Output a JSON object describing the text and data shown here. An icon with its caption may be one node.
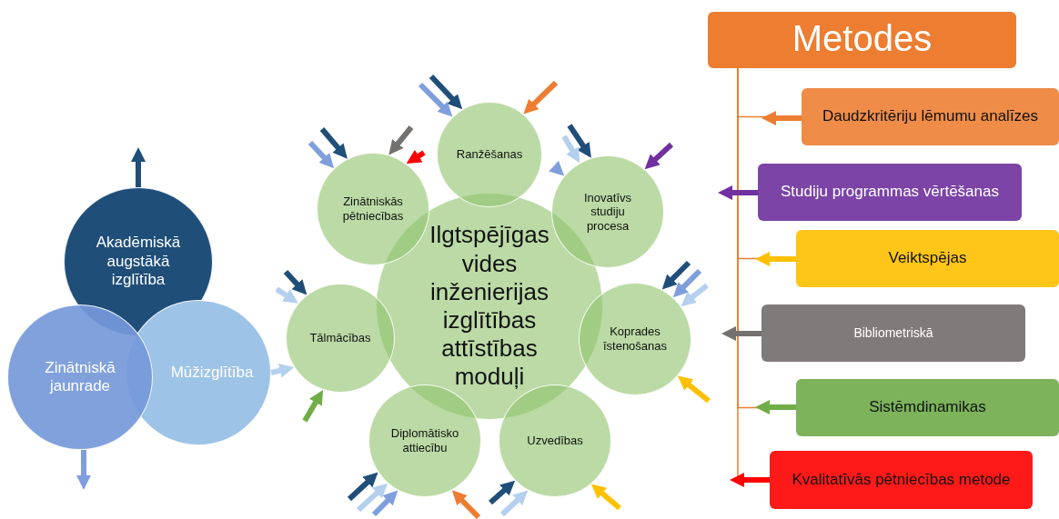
{
  "diagram": {
    "nodes": [
      {
        "text": [
          "Akadēmiskā augstākā izglītība"
        ]
      },
      {
        "text": [
          "Zinātniskā jaunrade"
        ]
      },
      {
        "text": [
          "Mūžizglītība"
        ]
      },
      {
        "text": [
          "Ilgtspējīgas vides inženierijas izglītības attīstības moduļi"
        ]
      },
      {
        "text": [
          "Ranžēšanas"
        ]
      },
      {
        "text": [
          "Zinātniskās pētniecības"
        ]
      },
      {
        "text": [
          "Inovatīvs studiju procesa"
        ]
      },
      {
        "text": [
          "Tālmācības"
        ]
      },
      {
        "text": [
          "Koprades īstenošanas"
        ]
      },
      {
        "text": [
          "Diplomātisko attiecību"
        ]
      },
      {
        "text": [
          "Uzvedības"
        ]
      },
      {
        "text": [
          "Metodes"
        ]
      },
      {
        "text": [
          "Daudzkritēriju lēmumu analīzes"
        ]
      },
      {
        "text": [
          "Studiju programmas vērtēšanas"
        ]
      },
      {
        "text": [
          "Veiktspējas"
        ]
      },
      {
        "text": [
          "Bibliometriskā"
        ]
      },
      {
        "text": [
          "Sistēmdinamikas"
        ]
      },
      {
        "text": [
          "Kvalitatīvās pētniecības metode"
        ]
      }
    ],
    "edges": [
      {
        "from": 0,
        "to": null,
        "arrow": "to",
        "color": "#1f4e79"
      },
      {
        "from": 1,
        "to": null,
        "arrow": "to",
        "color": "#7f9fdc"
      },
      {
        "from": 2,
        "to": 7,
        "arrow": "to",
        "color": "#b4d0ee"
      },
      {
        "from": null,
        "to": 4,
        "arrow": "to",
        "color": "#1f4e79"
      },
      {
        "from": null,
        "to": 4,
        "arrow": "to",
        "color": "#7f9fdc"
      },
      {
        "from": null,
        "to": 4,
        "arrow": "to",
        "color": "#ed7d31"
      },
      {
        "from": null,
        "to": 5,
        "arrow": "to",
        "color": "#1f4e79"
      },
      {
        "from": null,
        "to": 5,
        "arrow": "to",
        "color": "#7f9fdc"
      },
      {
        "from": null,
        "to": 5,
        "arrow": "to",
        "color": "#767171"
      },
      {
        "from": null,
        "to": 5,
        "arrow": "to",
        "color": "#ff0000"
      },
      {
        "from": null,
        "to": 6,
        "arrow": "to",
        "color": "#1f4e79"
      },
      {
        "from": null,
        "to": 6,
        "arrow": "to",
        "color": "#b4d0ee"
      },
      {
        "from": null,
        "to": 6,
        "arrow": "to",
        "color": "#7f9fdc"
      },
      {
        "from": null,
        "to": 6,
        "arrow": "to",
        "color": "#7030a0"
      },
      {
        "from": null,
        "to": 7,
        "arrow": "to",
        "color": "#1f4e79"
      },
      {
        "from": null,
        "to": 7,
        "arrow": "to",
        "color": "#b4d0ee"
      },
      {
        "from": null,
        "to": 7,
        "arrow": "to",
        "color": "#70ad47"
      },
      {
        "from": null,
        "to": 8,
        "arrow": "to",
        "color": "#1f4e79"
      },
      {
        "from": null,
        "to": 8,
        "arrow": "to",
        "color": "#7f9fdc"
      },
      {
        "from": null,
        "to": 8,
        "arrow": "to",
        "color": "#b4d0ee"
      },
      {
        "from": null,
        "to": 8,
        "arrow": "to",
        "color": "#ffc000"
      },
      {
        "from": null,
        "to": 9,
        "arrow": "to",
        "color": "#1f4e79"
      },
      {
        "from": null,
        "to": 9,
        "arrow": "to",
        "color": "#b4d0ee"
      },
      {
        "from": null,
        "to": 9,
        "arrow": "to",
        "color": "#7f9fdc"
      },
      {
        "from": null,
        "to": 9,
        "arrow": "to",
        "color": "#ed7d31"
      },
      {
        "from": null,
        "to": 10,
        "arrow": "to",
        "color": "#1f4e79"
      },
      {
        "from": null,
        "to": 10,
        "arrow": "to",
        "color": "#b4d0ee"
      },
      {
        "from": null,
        "to": 10,
        "arrow": "to",
        "color": "#ffc000"
      },
      {
        "from": 11,
        "to": 12,
        "arrow": "none"
      },
      {
        "from": 11,
        "to": 13,
        "arrow": "none"
      },
      {
        "from": 11,
        "to": 14,
        "arrow": "none"
      },
      {
        "from": 11,
        "to": 15,
        "arrow": "none"
      },
      {
        "from": 11,
        "to": 16,
        "arrow": "none"
      },
      {
        "from": 11,
        "to": 17,
        "arrow": "none"
      },
      {
        "from": 12,
        "to": null,
        "arrow": "to",
        "color": "#ed7d31"
      },
      {
        "from": 13,
        "to": null,
        "arrow": "to",
        "color": "#7030a0"
      },
      {
        "from": 14,
        "to": null,
        "arrow": "to",
        "color": "#ffc000"
      },
      {
        "from": 15,
        "to": null,
        "arrow": "to",
        "color": "#767171"
      },
      {
        "from": 16,
        "to": null,
        "arrow": "to",
        "color": "#70ad47"
      },
      {
        "from": 17,
        "to": null,
        "arrow": "to",
        "color": "#ff0000"
      }
    ]
  }
}
